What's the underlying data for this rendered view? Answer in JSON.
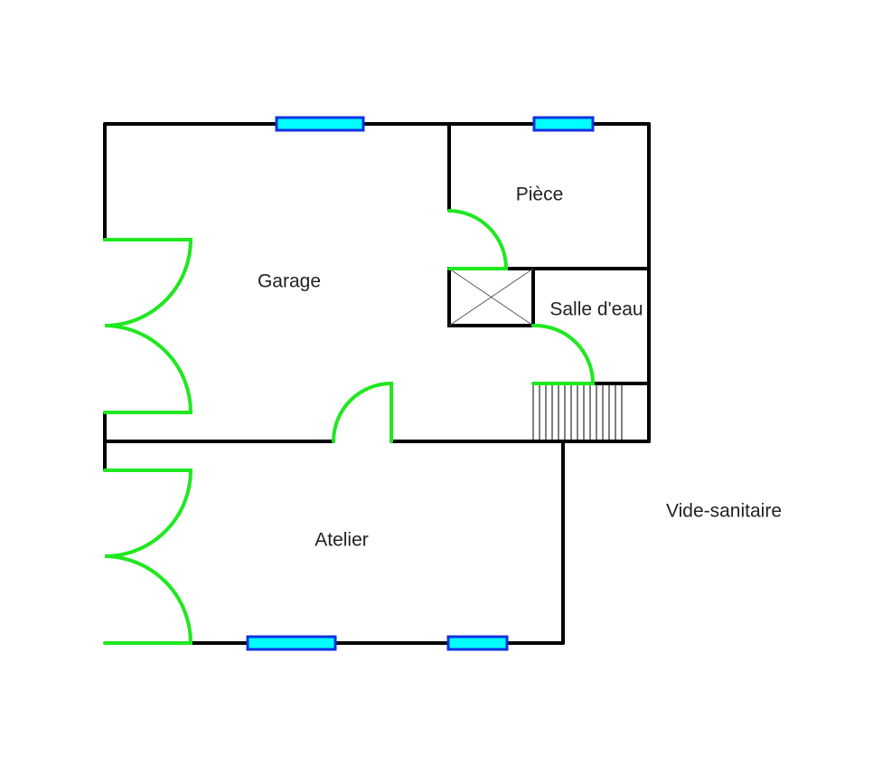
{
  "rooms": {
    "garage": "Garage",
    "piece": "Pièce",
    "salle_deau": "Salle d'eau",
    "atelier": "Atelier",
    "vide_sanitaire": "Vide-sanitaire"
  },
  "colors": {
    "wall": "#000000",
    "door": "#1fe81f",
    "window_fill": "#00ffff",
    "window_border": "#1030e0"
  }
}
